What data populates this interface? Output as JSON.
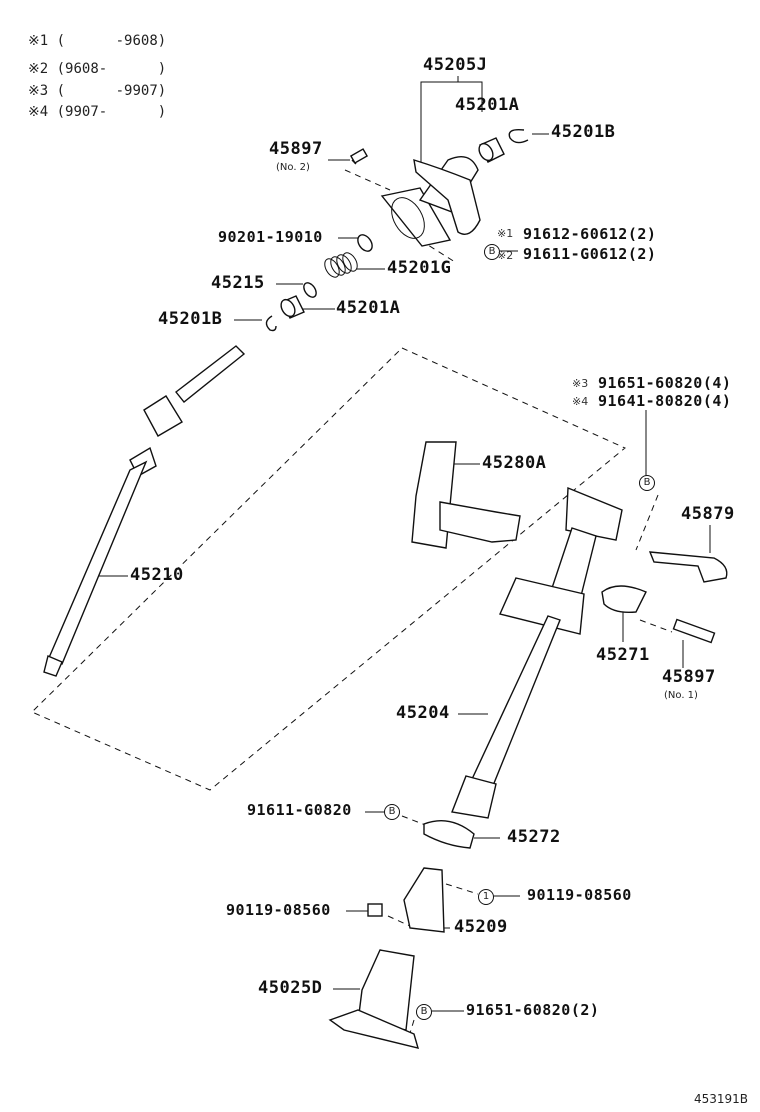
{
  "legend": [
    {
      "mark": "※1",
      "range": "(      -9608)"
    },
    {
      "mark": "※2",
      "range": "(9608-      )"
    },
    {
      "mark": "※3",
      "range": "(      -9907)"
    },
    {
      "mark": "※4",
      "range": "(9907-      )"
    }
  ],
  "parts": {
    "p45205J": "45205J",
    "p45201A_top": "45201A",
    "p45201B_top": "45201B",
    "p45897_no2": "45897",
    "p45897_no2_note": "(No. 2)",
    "p90201": "90201-19010",
    "p91612": "91612-60612(2)",
    "p91612_mark": "※1",
    "p91611_g0612": "91611-G0612(2)",
    "p91611_g0612_mark": "※2",
    "p45215": "45215",
    "p45201G": "45201G",
    "p45201B_low": "45201B",
    "p45201A_low": "45201A",
    "p91651_4": "91651-60820(4)",
    "p91651_4_mark": "※3",
    "p91641_4": "91641-80820(4)",
    "p91641_4_mark": "※4",
    "p45280A": "45280A",
    "p45879": "45879",
    "p45210": "45210",
    "p45271": "45271",
    "p45897_no1": "45897",
    "p45897_no1_note": "(No. 1)",
    "p45204": "45204",
    "p91611_g0820": "91611-G0820",
    "p45272": "45272",
    "p90119_right": "90119-08560",
    "p90119_left": "90119-08560",
    "p45209": "45209",
    "p45025D": "45025D",
    "p91651_2": "91651-60820(2)"
  },
  "ref_symbols": {
    "bolt_b": "B",
    "bolt_1": "1"
  },
  "diagram_id": "453191B"
}
